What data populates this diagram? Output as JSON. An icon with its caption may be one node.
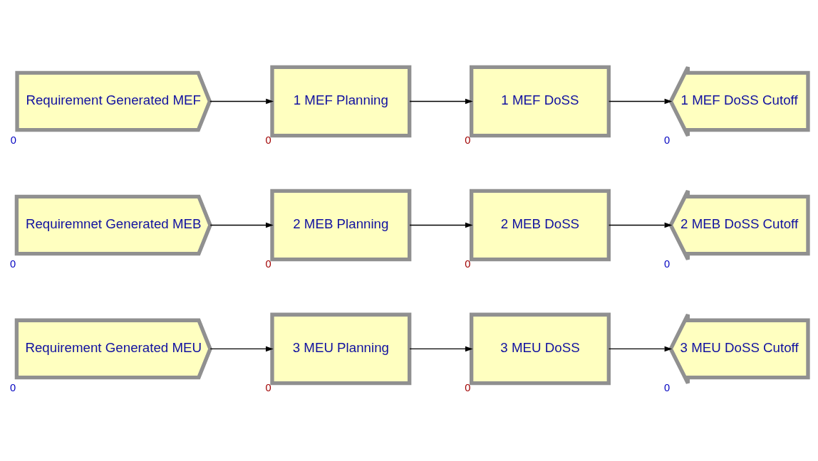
{
  "diagram": {
    "nodes": [
      {
        "text": [
          "Requirement Generated MEF"
        ],
        "beside": [
          "0"
        ]
      },
      {
        "text": [
          "1 MEF Planning"
        ],
        "beside": [
          "0"
        ]
      },
      {
        "text": [
          "1 MEF DoSS"
        ],
        "beside": [
          "0"
        ]
      },
      {
        "text": [
          "1 MEF DoSS Cutoff"
        ],
        "beside": [
          "0"
        ]
      },
      {
        "text": [
          "Requiremnet Generated MEB"
        ],
        "beside": [
          "0"
        ]
      },
      {
        "text": [
          "2 MEB Planning"
        ],
        "beside": [
          "0"
        ]
      },
      {
        "text": [
          "2 MEB DoSS"
        ],
        "beside": [
          "0"
        ]
      },
      {
        "text": [
          "2 MEB DoSS Cutoff"
        ],
        "beside": [
          "0"
        ]
      },
      {
        "text": [
          "Requirement Generated MEU"
        ],
        "beside": [
          "0"
        ]
      },
      {
        "text": [
          "3 MEU Planning"
        ],
        "beside": [
          "0"
        ]
      },
      {
        "text": [
          "3 MEU DoSS"
        ],
        "beside": [
          "0"
        ]
      },
      {
        "text": [
          "3 MEU DoSS Cutoff"
        ],
        "beside": [
          "0"
        ]
      }
    ],
    "edges": [
      {
        "from": 0,
        "to": 1,
        "arrow": "to"
      },
      {
        "from": 1,
        "to": 2,
        "arrow": "to"
      },
      {
        "from": 2,
        "to": 3,
        "arrow": "to"
      },
      {
        "from": 4,
        "to": 5,
        "arrow": "to"
      },
      {
        "from": 5,
        "to": 6,
        "arrow": "to"
      },
      {
        "from": 6,
        "to": 7,
        "arrow": "to"
      },
      {
        "from": 8,
        "to": 9,
        "arrow": "to"
      },
      {
        "from": 9,
        "to": 10,
        "arrow": "to"
      },
      {
        "from": 10,
        "to": 11,
        "arrow": "to"
      }
    ]
  }
}
